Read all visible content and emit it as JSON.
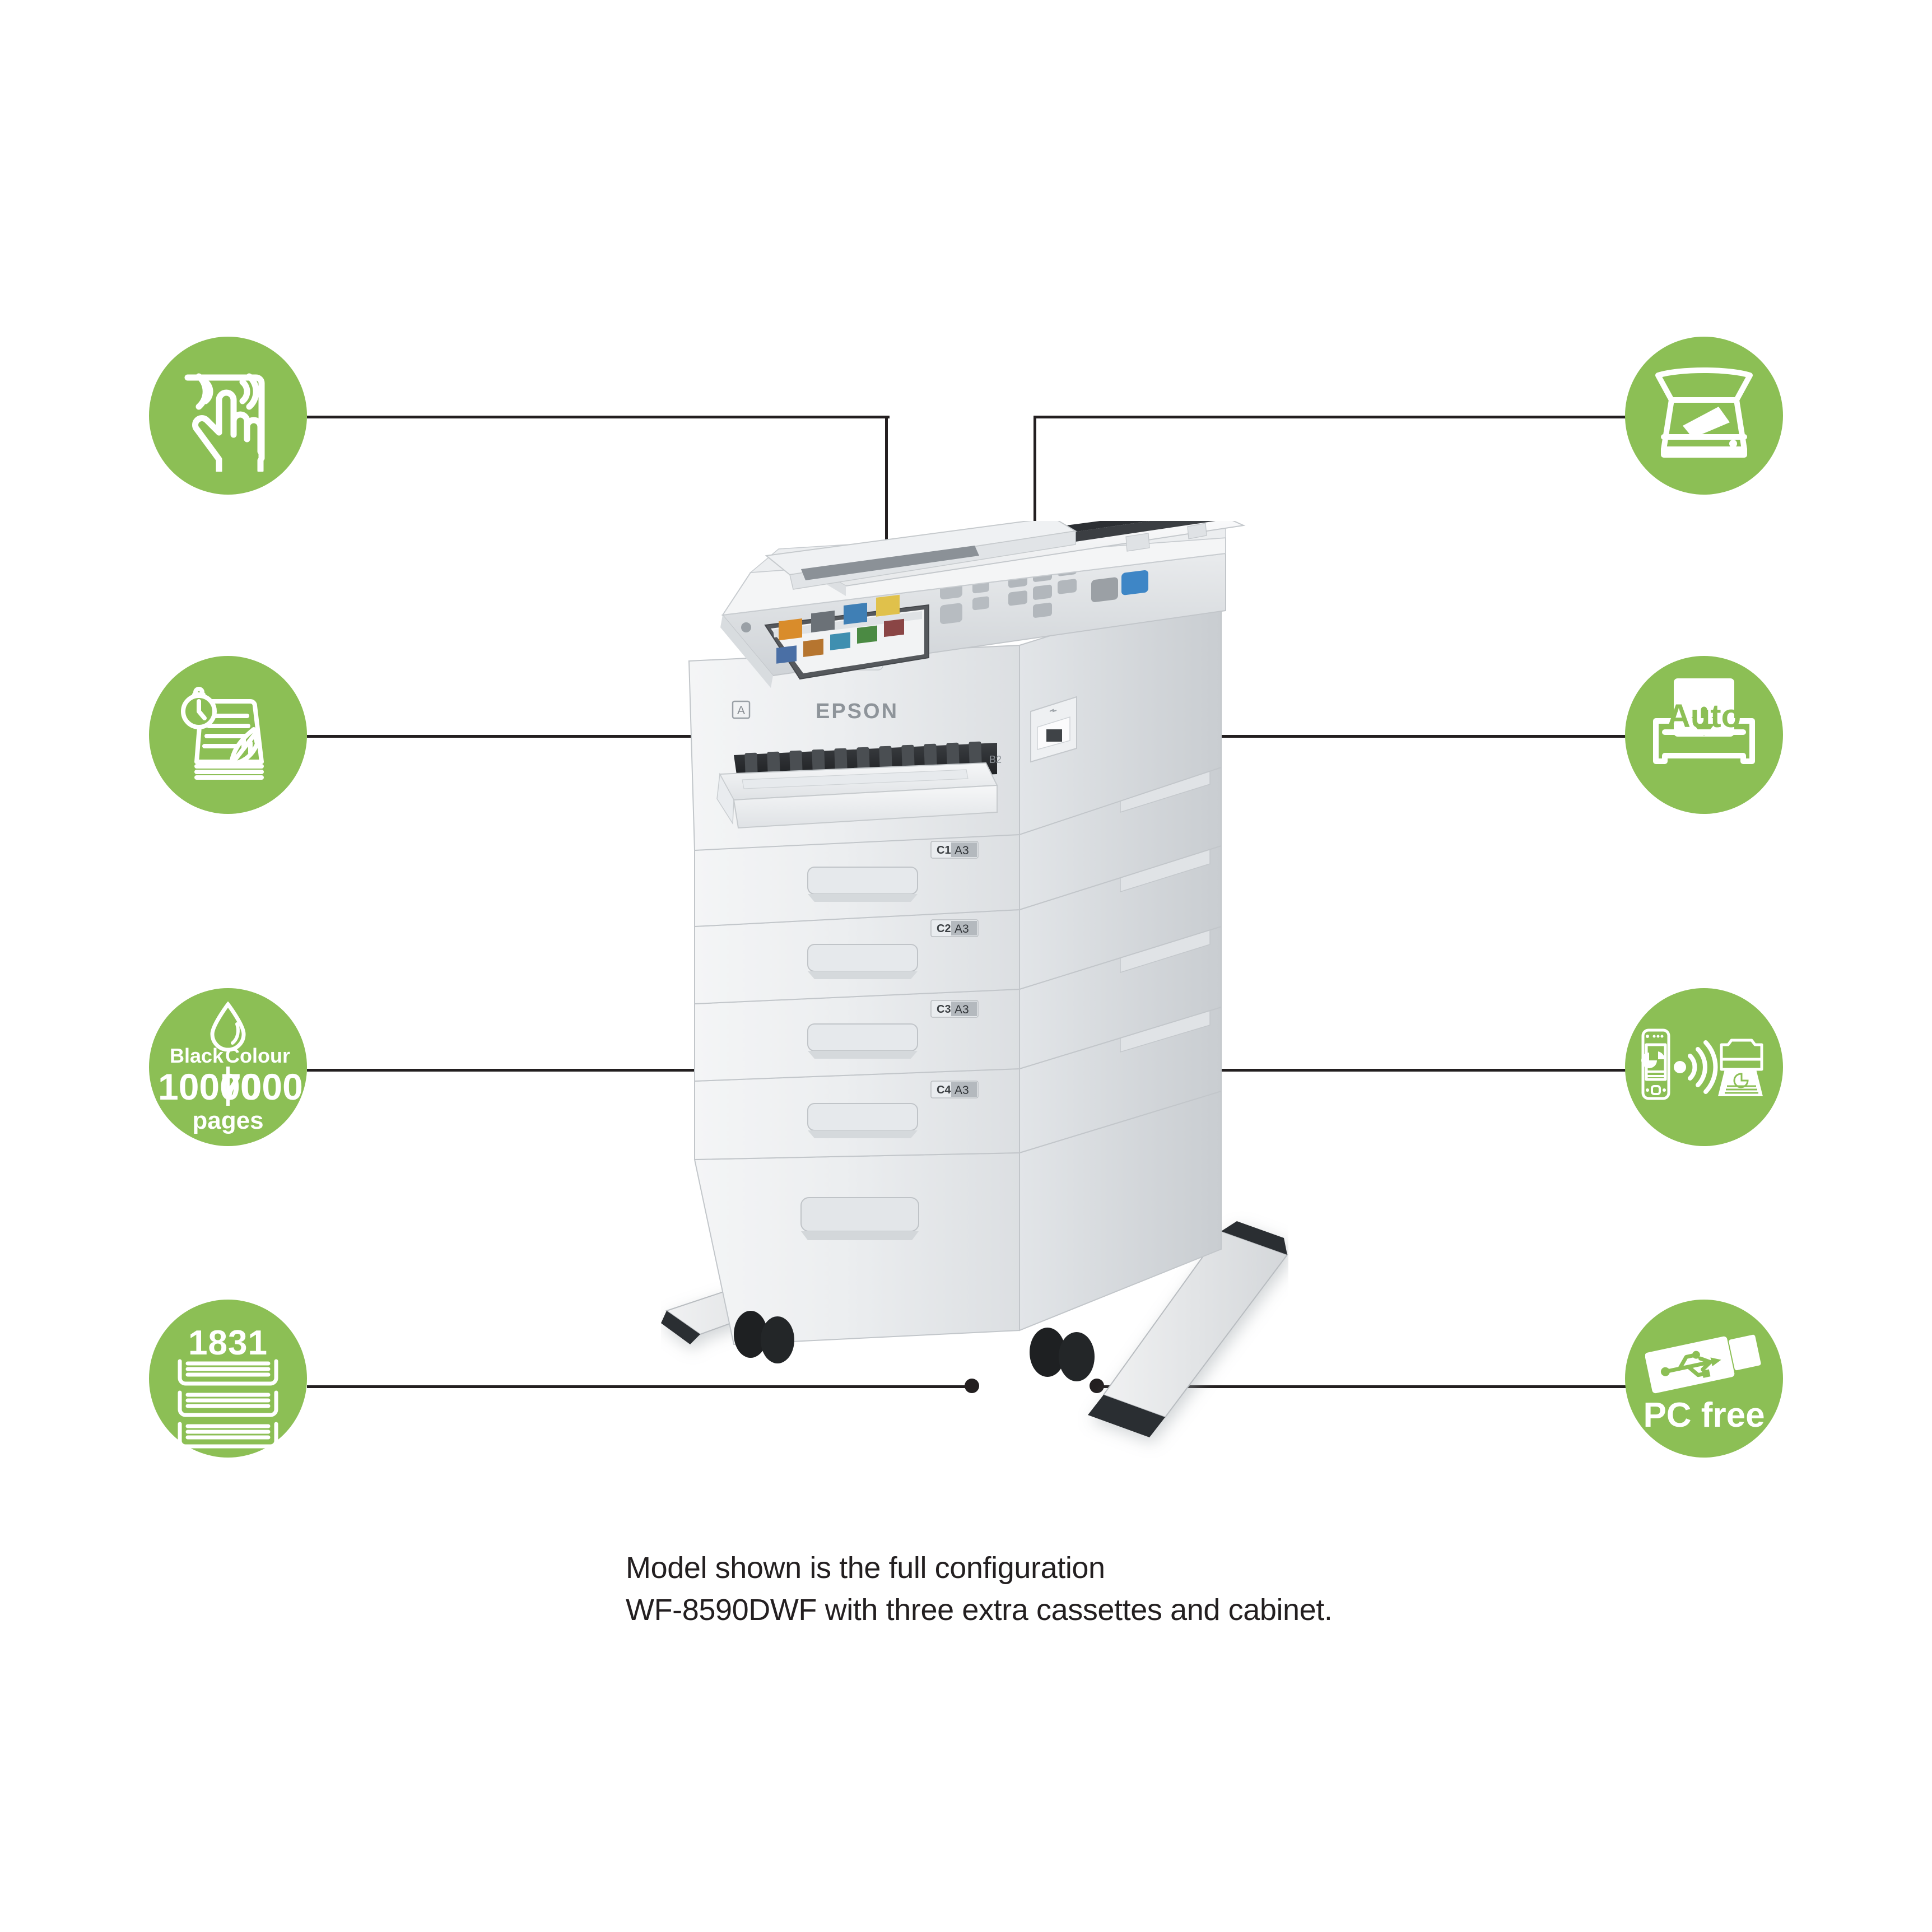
{
  "theme": {
    "accent_green": "#8CBF55",
    "line_color": "#231F20",
    "text_color": "#231F20",
    "background": "#FFFFFF"
  },
  "caption": {
    "line1": "Model shown is the full configuration",
    "line2": "WF-8590DWF with three extra cassettes and cabinet."
  },
  "product": {
    "brand": "EPSON",
    "model": "WF-8590DWF",
    "cassettes": [
      {
        "id": "C1",
        "size": "A3"
      },
      {
        "id": "C2",
        "size": "A3"
      },
      {
        "id": "C3",
        "size": "A3"
      },
      {
        "id": "C4",
        "size": "A3"
      }
    ],
    "cover_labels": [
      "A",
      "B2"
    ]
  },
  "features": {
    "left": [
      {
        "key": "touchscreen",
        "icon": "touchscreen-hand-icon",
        "label": "",
        "callout_target": "control-panel-lcd"
      },
      {
        "key": "fast_print",
        "icon": "stopwatch-document-leaf-icon",
        "label": "",
        "callout_target": "front-cover-a"
      },
      {
        "key": "ink_yield",
        "icon": "ink-drop-icon",
        "black_label": "Black",
        "black_value": "10000",
        "colour_label": "Colour",
        "colour_value": "7000",
        "unit": "pages",
        "callout_target": "cassette-c3"
      },
      {
        "key": "paper_capacity",
        "icon": "paper-stack-icon",
        "value": "1831",
        "callout_target": "cabinet-base-left"
      }
    ],
    "right": [
      {
        "key": "flatbed_scan",
        "icon": "flatbed-scanner-icon",
        "label": "",
        "callout_target": "adf-document-feeder"
      },
      {
        "key": "auto_duplex",
        "icon": "auto-printer-icon",
        "label": "Auto",
        "callout_target": "usb-host-port"
      },
      {
        "key": "mobile_print",
        "icon": "mobile-wireless-print-icon",
        "label": "",
        "callout_target": "right-cassette-side"
      },
      {
        "key": "pc_free",
        "icon": "usb-stick-icon",
        "label": "PC free",
        "callout_target": "cabinet-base-right"
      }
    ]
  }
}
